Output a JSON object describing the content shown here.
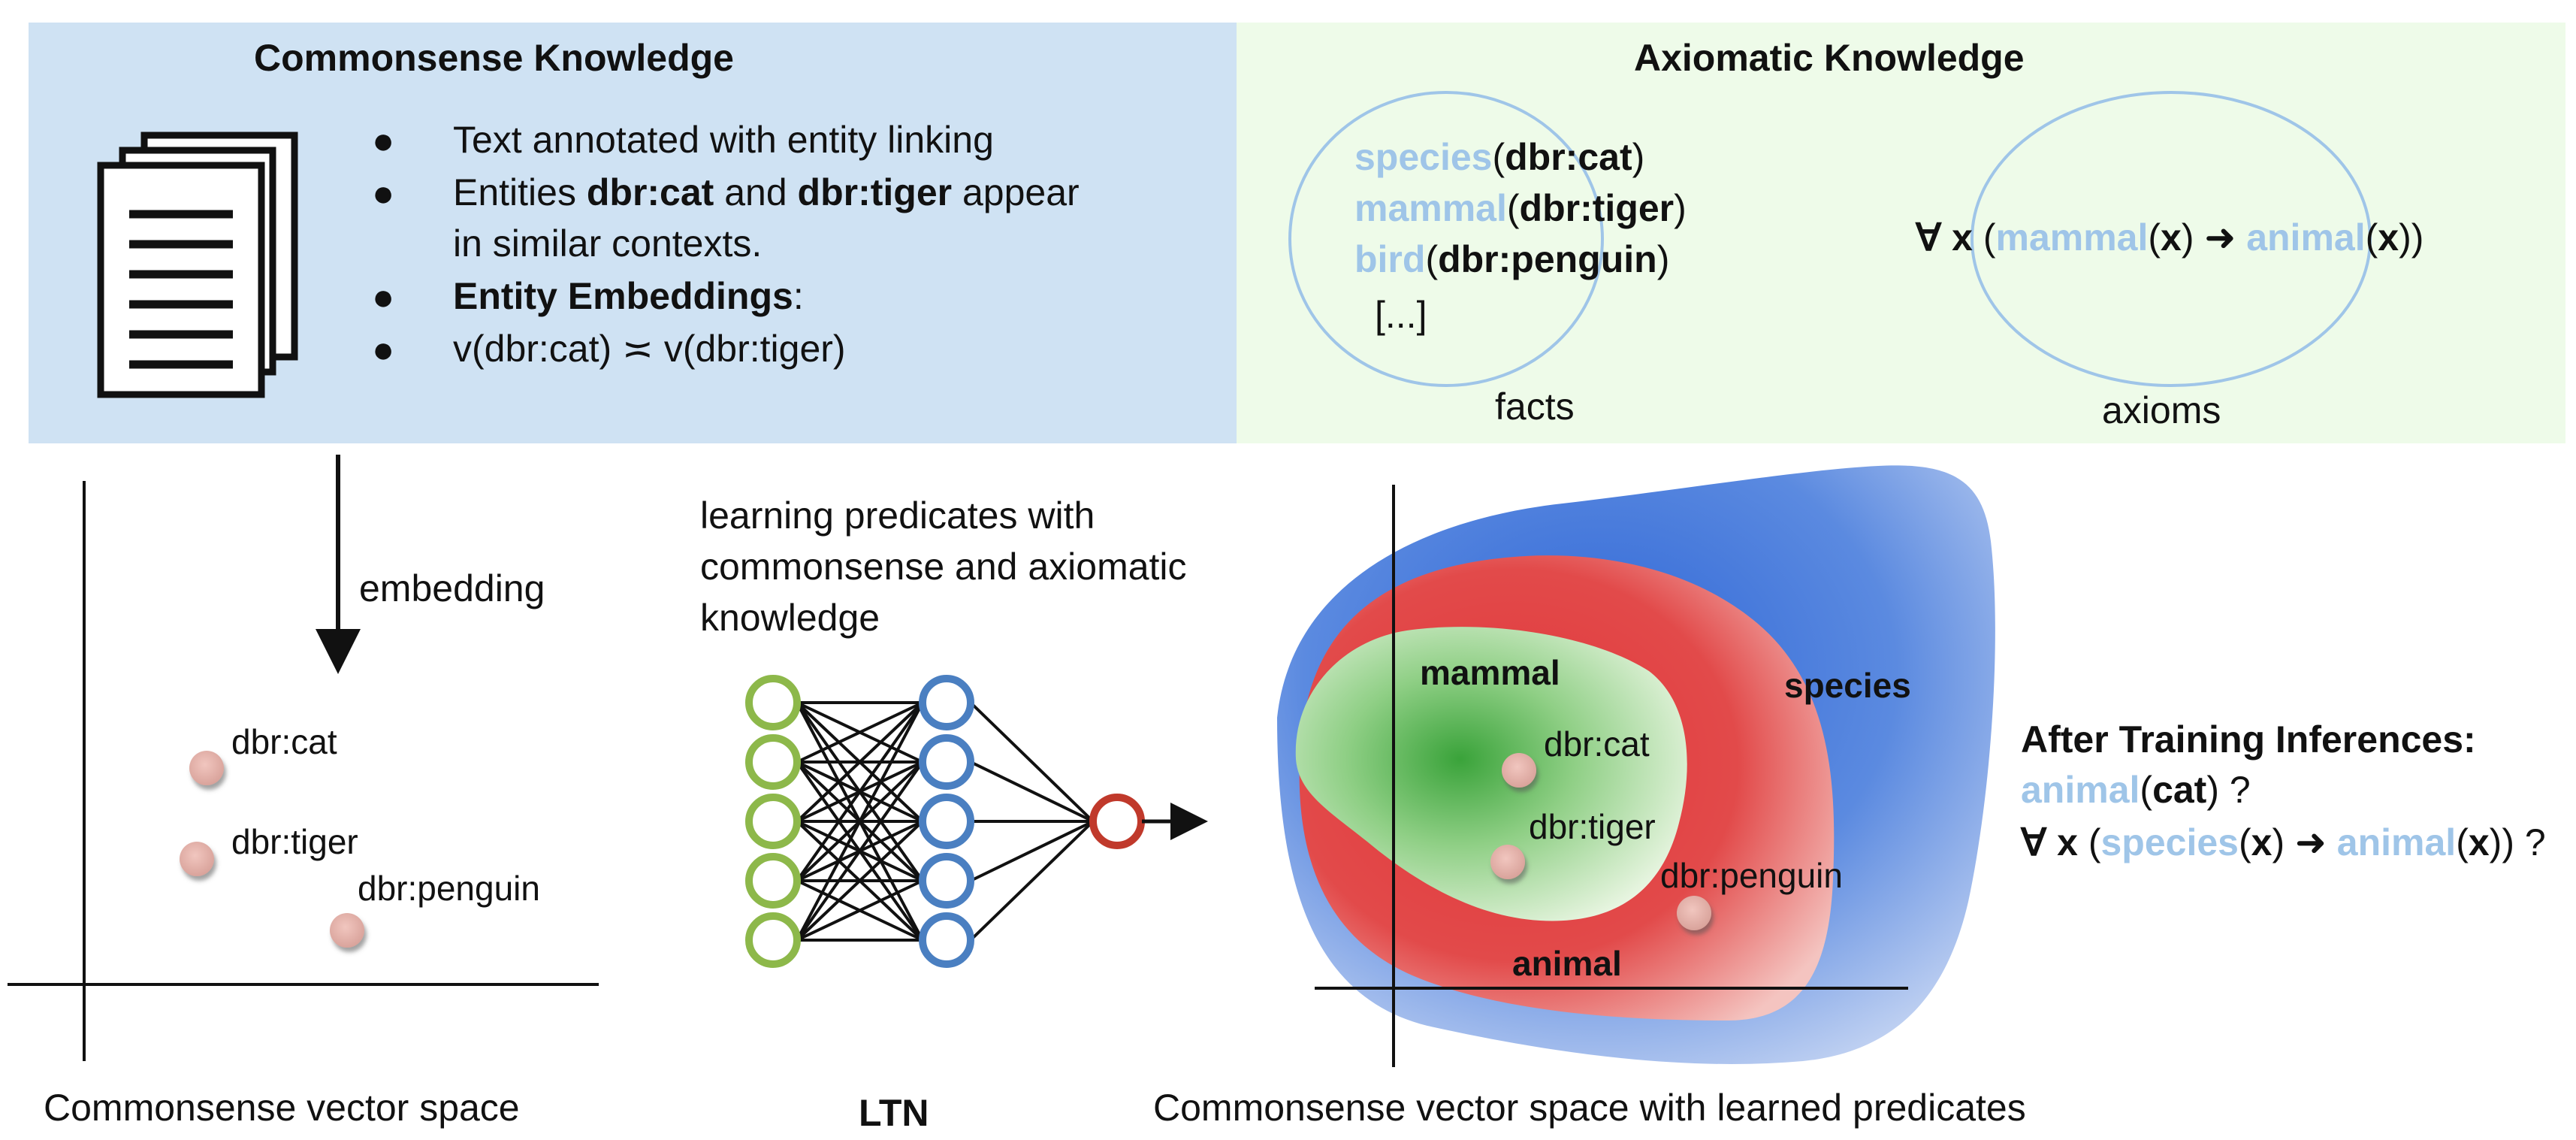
{
  "commonsense": {
    "title": "Commonsense Knowledge",
    "bullet1": "Text annotated with entity linking",
    "bullet2_pre": "Entities ",
    "bullet2_cat": "dbr:cat",
    "bullet2_and": " and ",
    "bullet2_tiger": "dbr:tiger",
    "bullet2_post": " appear",
    "bullet2_line2": "in similar contexts.",
    "bullet3": "Entity Embeddings",
    "bullet3_colon": ":",
    "bullet4": "v(dbr:cat) ≍ v(dbr:tiger)"
  },
  "axiomatic": {
    "title": "Axiomatic Knowledge",
    "facts": [
      {
        "pred": "species",
        "open": "(",
        "arg": "dbr:cat",
        "close": ")"
      },
      {
        "pred": "mammal",
        "open": "(",
        "arg": "dbr:tiger",
        "close": ")"
      },
      {
        "pred": "bird",
        "open": "(",
        "arg": "dbr:penguin",
        "close": ")"
      }
    ],
    "ellipsis": "[...]",
    "facts_label": "facts",
    "axiom": {
      "quant": "∀",
      "var": "x",
      "p1": "mammal",
      "p2": "animal",
      "arrow": "➜"
    },
    "axioms_label": "axioms"
  },
  "left_space": {
    "arrow_label": "embedding",
    "points": [
      "dbr:cat",
      "dbr:tiger",
      "dbr:penguin"
    ],
    "caption": "Commonsense vector space"
  },
  "ltn": {
    "description_line1": "learning predicates with",
    "description_line2": "commonsense and axiomatic",
    "description_line3": "knowledge",
    "caption": "LTN"
  },
  "right_space": {
    "regions": [
      "mammal",
      "species",
      "animal"
    ],
    "points": [
      "dbr:cat",
      "dbr:tiger",
      "dbr:penguin"
    ],
    "caption": "Commonsense vector space with learned predicates"
  },
  "inferences": {
    "title": "After Training Inferences:",
    "q1_pred": "animal",
    "q1_arg": "cat",
    "q1_q": " ?",
    "q2_quant": "∀",
    "q2_var": "x",
    "q2_p1": "species",
    "q2_p2": "animal",
    "q2_arrow": "➜",
    "q2_q": " ?"
  },
  "colors": {
    "left_panel": "#cfe2f3",
    "right_panel": "#eefbe9",
    "predicate": "#9fc5e8",
    "green_node": "#8db84a",
    "blue_node": "#4a7fc1",
    "red_node": "#c0392b",
    "point": "#e8b4ad"
  }
}
